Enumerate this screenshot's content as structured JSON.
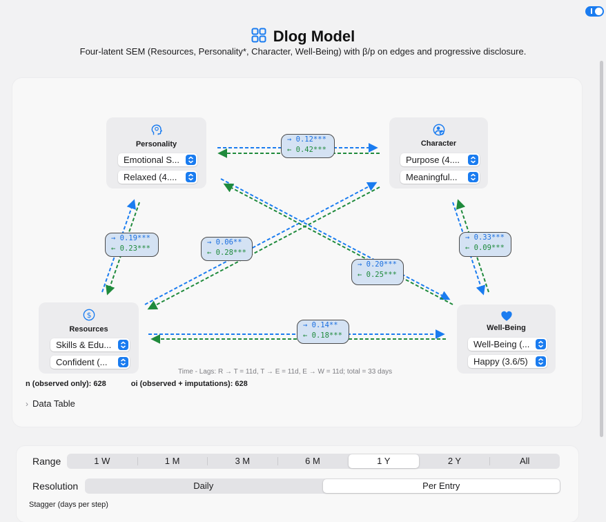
{
  "header": {
    "title": "Dlog Model",
    "subtitle": "Four-latent SEM (Resources, Personality*, Character, Well-Being) with β/p on edges and progressive disclosure."
  },
  "colors": {
    "accent": "#1a7cf0",
    "forward_edge": "#1a6fe0",
    "backward_edge": "#1f8a3c",
    "badge_fill": "#d4e2f3"
  },
  "nodes": {
    "personality": {
      "label": "Personality",
      "icon": "head-profile-icon",
      "select1": "Emotional S...",
      "select2": "Relaxed (4...."
    },
    "character": {
      "label": "Character",
      "icon": "person-check-icon",
      "select1": "Purpose (4....",
      "select2": "Meaningful..."
    },
    "resources": {
      "label": "Resources",
      "icon": "dollar-circle-icon",
      "select1": "Skills & Edu...",
      "select2": "Confident (..."
    },
    "wellbeing": {
      "label": "Well-Being",
      "icon": "heart-icon",
      "select1": "Well-Being (...",
      "select2": "Happy (3.6/5)"
    }
  },
  "edges": {
    "personality_character": {
      "forward": "→ 0.12***",
      "backward": "← 0.42***"
    },
    "personality_resources": {
      "forward": "→ 0.19***",
      "backward": "← 0.23***"
    },
    "resources_character": {
      "forward": "→ 0.06**",
      "backward": "← 0.28***"
    },
    "personality_wellbeing": {
      "forward": "→ 0.20***",
      "backward": "← 0.25***"
    },
    "character_wellbeing": {
      "forward": "→ 0.33***",
      "backward": "← 0.09***"
    },
    "resources_wellbeing": {
      "forward": "→ 0.14**",
      "backward": "← 0.18***"
    }
  },
  "lags_text": "Time - Lags: R → T = 11d, T → E = 11d, E → W = 11d; total = 33 days",
  "counts": {
    "observed": "n (observed only): 628",
    "imputed": "oi (observed + imputations): 628"
  },
  "data_table": {
    "label": "Data Table"
  },
  "controls": {
    "range_label": "Range",
    "range_options": [
      "1 W",
      "1 M",
      "3 M",
      "6 M",
      "1 Y",
      "2 Y",
      "All"
    ],
    "range_selected": "1 Y",
    "resolution_label": "Resolution",
    "resolution_options": [
      "Daily",
      "Per Entry"
    ],
    "resolution_selected": "Per Entry",
    "stagger_label": "Stagger (days per step)"
  }
}
